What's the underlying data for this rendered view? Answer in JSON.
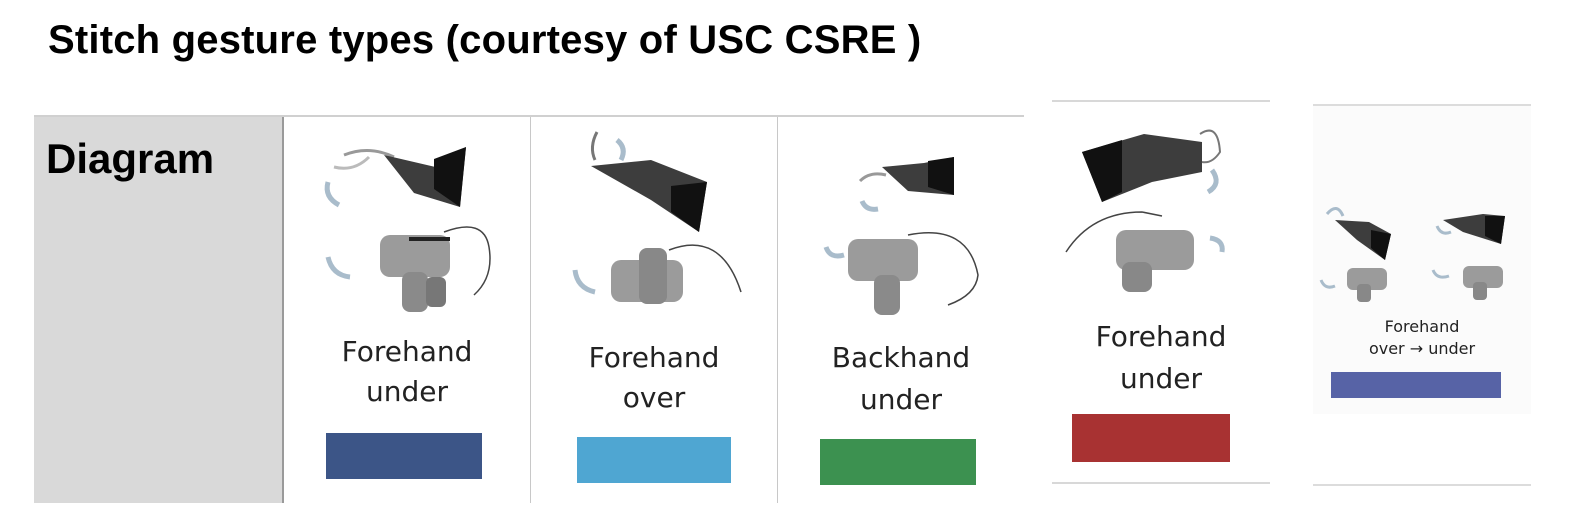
{
  "title": "Stitch gesture types (courtesy of USC CSRE )",
  "row_label": "Diagram",
  "gestures": [
    {
      "line1": "Forehand",
      "line2": "under",
      "color": "#3c5587"
    },
    {
      "line1": "Forehand",
      "line2": "over",
      "color": "#4fa6d2"
    },
    {
      "line1": "Backhand",
      "line2": "under",
      "color": "#3c9150"
    },
    {
      "line1": "Forehand",
      "line2": "under",
      "color": "#a83232"
    },
    {
      "line1": "Forehand",
      "line2": "over → under",
      "color": "#5763a6"
    }
  ]
}
